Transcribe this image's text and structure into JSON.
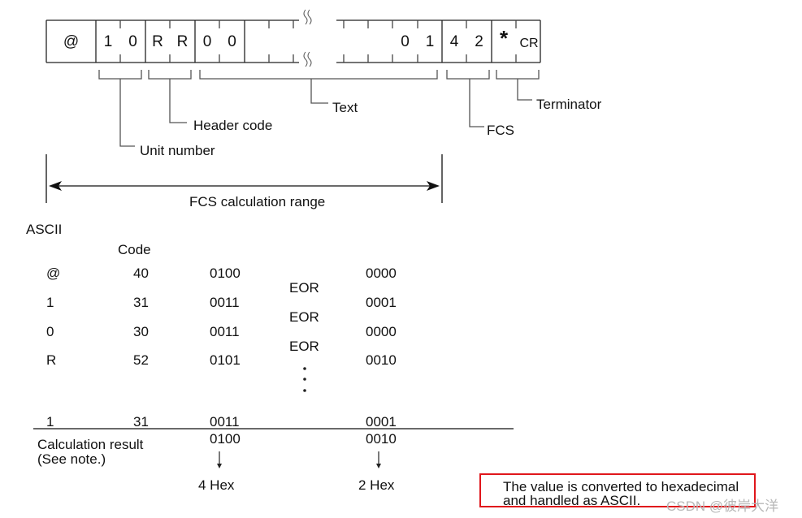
{
  "frame": {
    "cells": [
      "@",
      "1",
      "0",
      "R",
      "R",
      "0",
      "0",
      "",
      "",
      "",
      "0",
      "1",
      "4",
      "2",
      "*",
      "CR"
    ],
    "break_symbol": "≈"
  },
  "labels": {
    "unit_number": "Unit number",
    "header_code": "Header code",
    "text": "Text",
    "fcs": "FCS",
    "terminator": "Terminator",
    "fcs_range": "FCS calculation range"
  },
  "table": {
    "ascii_header": "ASCII",
    "code_header": "Code",
    "rows": [
      {
        "char": "@",
        "code": "40",
        "high": "0100",
        "low": "0000"
      },
      {
        "char": "1",
        "code": "31",
        "high": "0011",
        "low": "0001"
      },
      {
        "char": "0",
        "code": "30",
        "high": "0011",
        "low": "0000"
      },
      {
        "char": "R",
        "code": "52",
        "high": "0101",
        "low": "0010"
      }
    ],
    "eor_label": "EOR",
    "last_row": {
      "char": "1",
      "code": "31",
      "high": "0011",
      "low": "0001"
    },
    "result_label_line1": "Calculation result",
    "result_label_line2": "(See note.)",
    "result_high": "0100",
    "result_low": "0010",
    "hex_high": "4 Hex",
    "hex_low": "2 Hex"
  },
  "note": {
    "line1": "The value is converted to hexadecimal",
    "line2": "and handled as ASCII."
  },
  "watermark": "CSDN @彼岸大洋"
}
